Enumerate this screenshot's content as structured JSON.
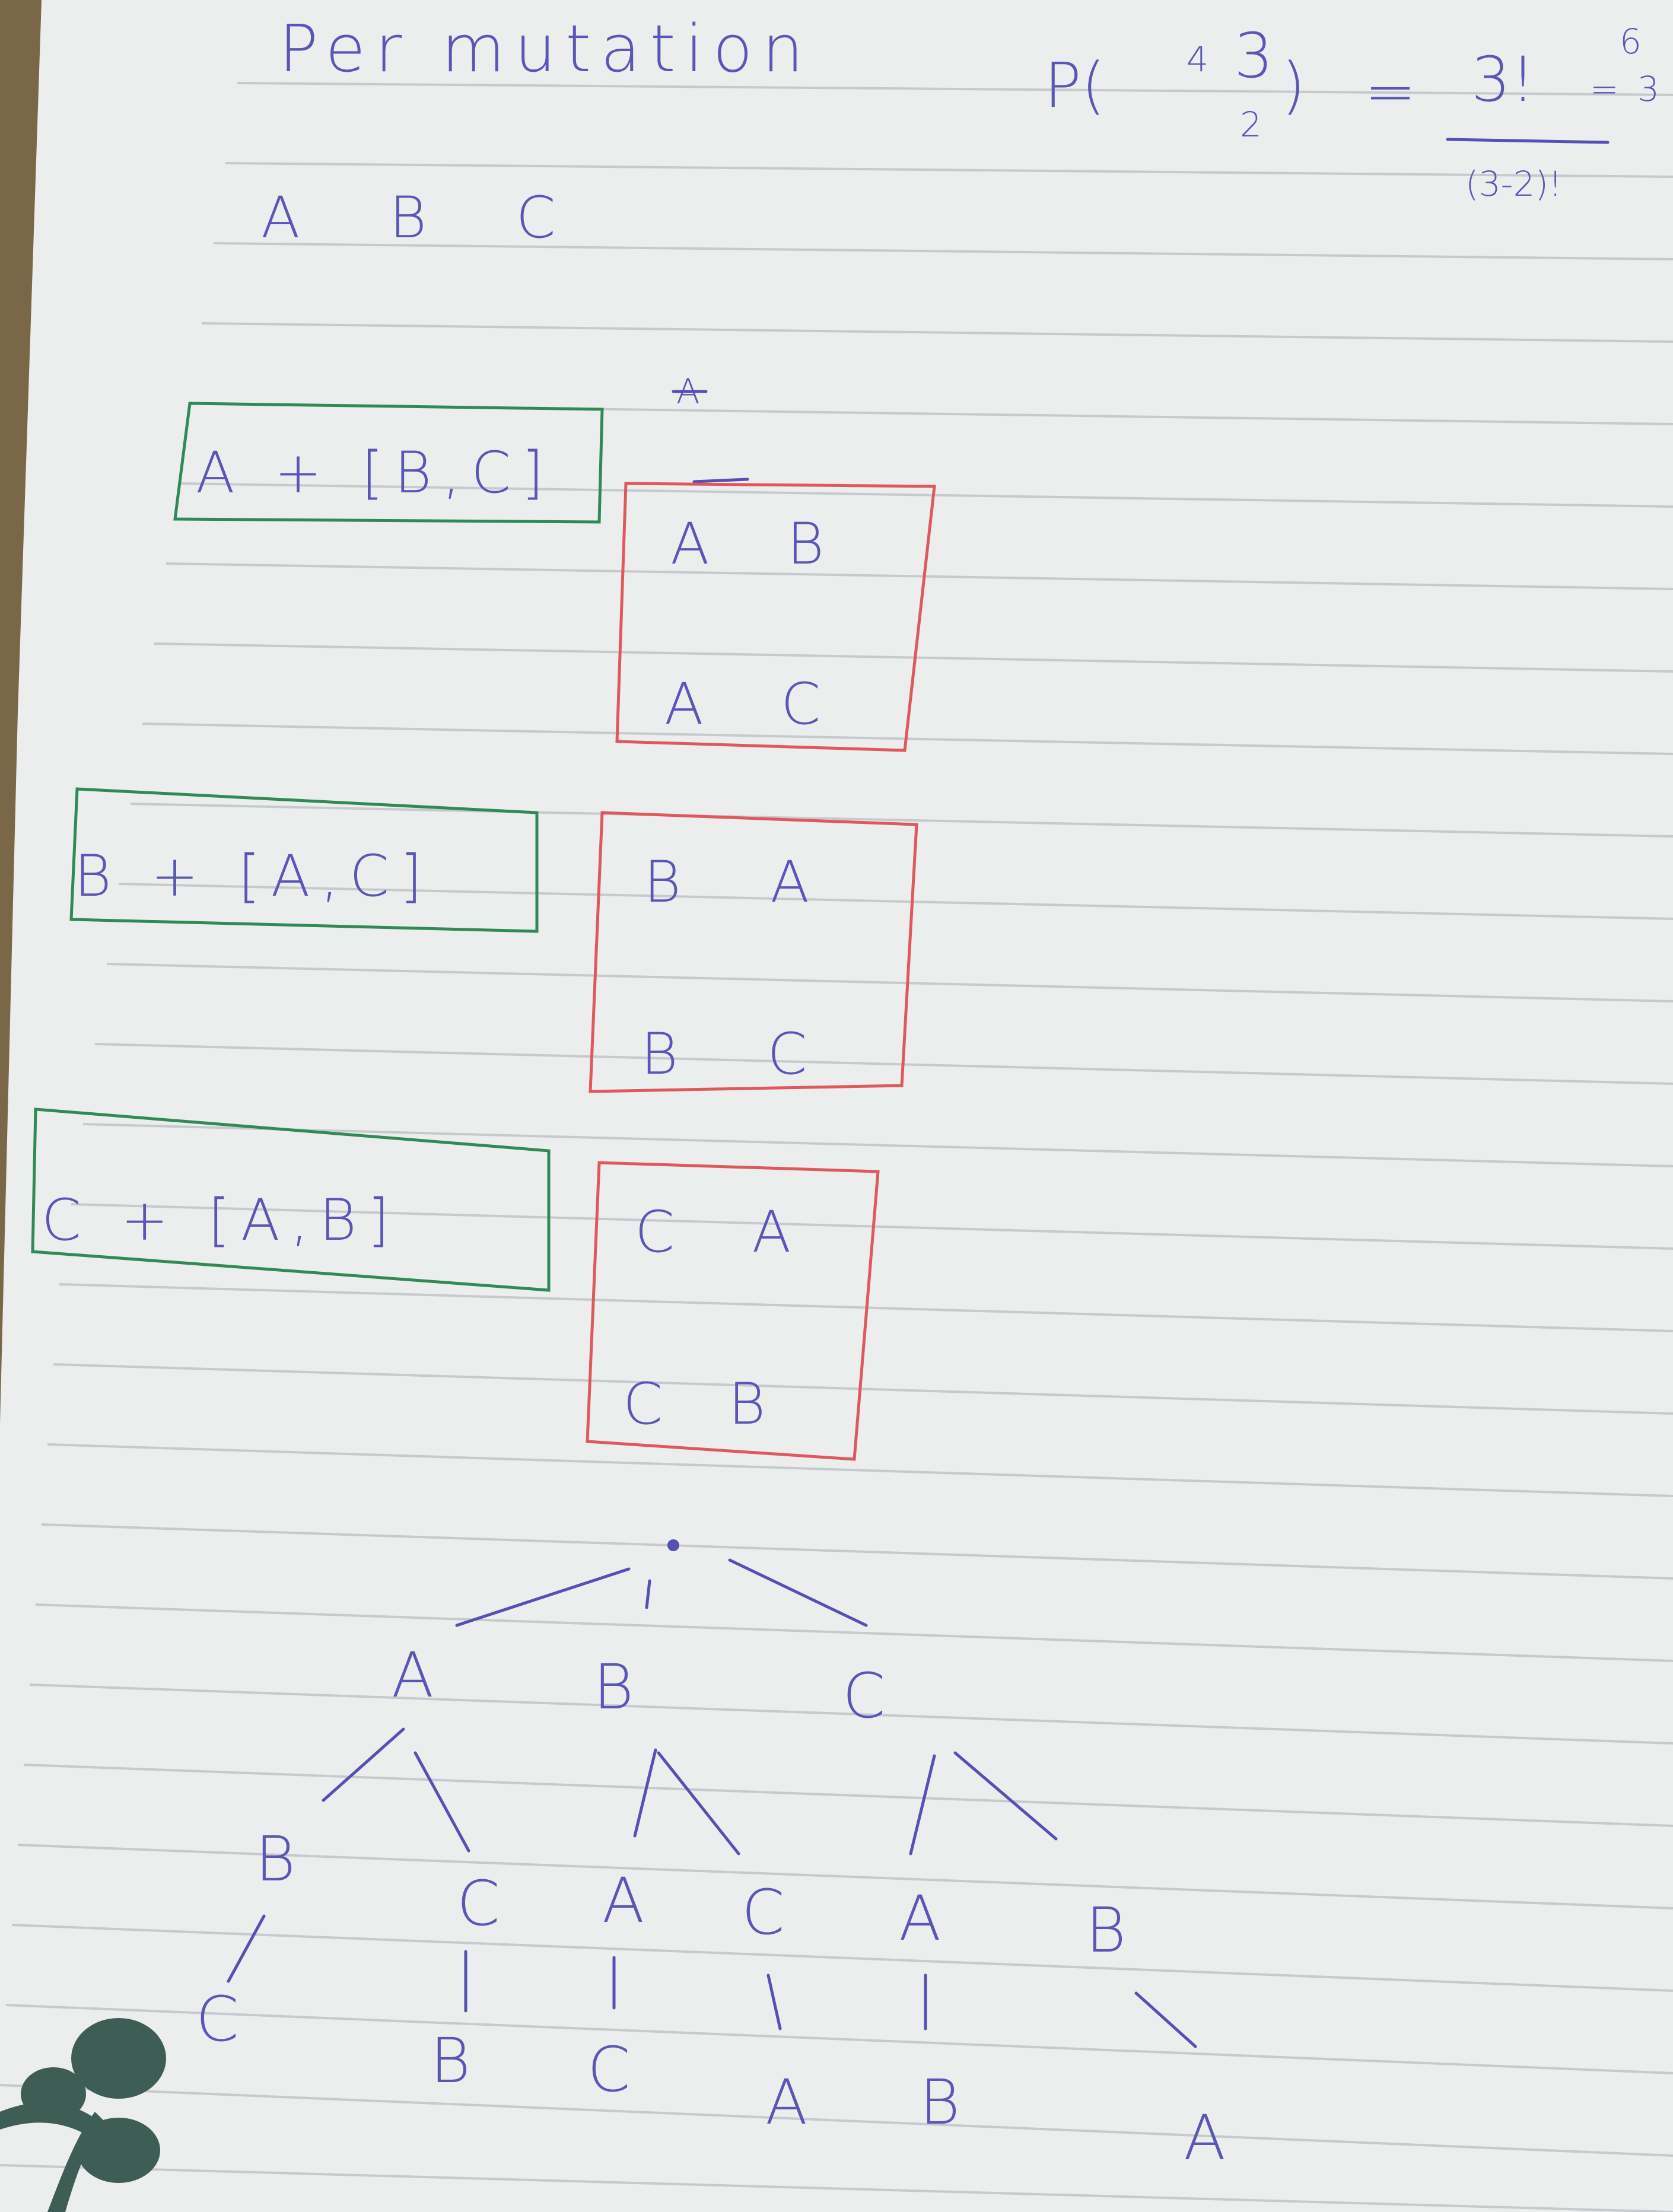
{
  "page": {
    "title": "Per mutation",
    "letters": "A B C",
    "formula": {
      "lhs": "P(",
      "n": "3",
      "r": "2",
      "crossed_digit": "4",
      "close": ")",
      "equals": "=",
      "numerator": "3!",
      "eq2": "=",
      "result_small": "3",
      "denominator": "(3-2)!",
      "side_number": "6"
    },
    "stray_mark": "A"
  },
  "groups": [
    {
      "expr": "A + [B,C]",
      "pairs": [
        "A B",
        "A C"
      ]
    },
    {
      "expr": "B + [A,C]",
      "pairs": [
        "B A",
        "B C"
      ]
    },
    {
      "expr": "C + [A,B]",
      "pairs": [
        "C A",
        "C B"
      ]
    }
  ],
  "tree": {
    "level1": [
      "A",
      "B",
      "C"
    ],
    "level2": [
      "B",
      "C",
      "A",
      "C",
      "A",
      "B"
    ],
    "level3": [
      "C",
      "B",
      "C",
      "A",
      "B",
      "A"
    ]
  },
  "colors": {
    "paper": "#ecedee",
    "rule_line": "#c9cdd2",
    "ink_blue": "#5a56b8",
    "box_green": "#2f8a55",
    "box_red": "#e0575f",
    "plant": "#3f5f56"
  }
}
